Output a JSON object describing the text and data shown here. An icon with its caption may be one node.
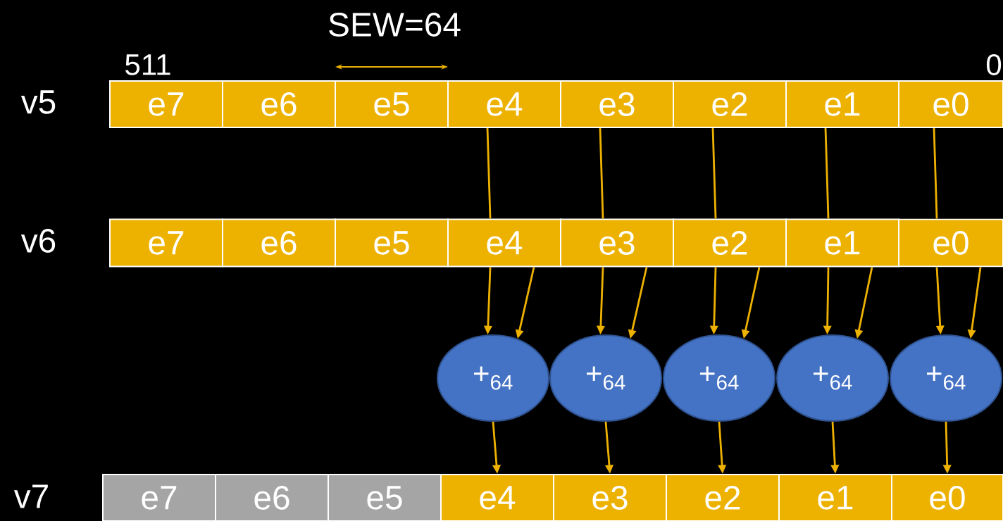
{
  "diagram": {
    "nodes": [
      {
        "text": [
          "e7"
        ]
      },
      {
        "text": [
          "e6"
        ]
      },
      {
        "text": [
          "e5"
        ]
      },
      {
        "text": [
          "e4"
        ]
      },
      {
        "text": [
          "e3"
        ]
      },
      {
        "text": [
          "e2"
        ]
      },
      {
        "text": [
          "e1"
        ]
      },
      {
        "text": [
          "e0"
        ]
      },
      {
        "text": [
          "e7"
        ]
      },
      {
        "text": [
          "e6"
        ]
      },
      {
        "text": [
          "e5"
        ]
      },
      {
        "text": [
          "e4"
        ]
      },
      {
        "text": [
          "e3"
        ]
      },
      {
        "text": [
          "e2"
        ]
      },
      {
        "text": [
          "e1"
        ]
      },
      {
        "text": [
          "e0"
        ]
      },
      {
        "text": [
          "+$_{64}$"
        ]
      },
      {
        "text": [
          "+$_{64}$"
        ]
      },
      {
        "text": [
          "+$_{64}$"
        ]
      },
      {
        "text": [
          "+$_{64}$"
        ]
      },
      {
        "text": [
          "+$_{64}$"
        ]
      },
      {
        "text": [
          "e7"
        ]
      },
      {
        "text": [
          "e6"
        ]
      },
      {
        "text": [
          "e5"
        ]
      },
      {
        "text": [
          "e4"
        ]
      },
      {
        "text": [
          "e3"
        ]
      },
      {
        "text": [
          "e2"
        ]
      },
      {
        "text": [
          "e1"
        ]
      },
      {
        "text": [
          "e0"
        ]
      }
    ],
    "edges": [
      {
        "from": 3,
        "to": 11,
        "arrow": "none"
      },
      {
        "from": 11,
        "to": 16,
        "arrow": "to"
      },
      {
        "from": 11,
        "to": 16,
        "arrow": "to"
      },
      {
        "from": 16,
        "to": 24,
        "arrow": "to"
      },
      {
        "from": 4,
        "to": 12,
        "arrow": "none"
      },
      {
        "from": 12,
        "to": 17,
        "arrow": "to"
      },
      {
        "from": 12,
        "to": 17,
        "arrow": "to"
      },
      {
        "from": 17,
        "to": 25,
        "arrow": "to"
      },
      {
        "from": 5,
        "to": 13,
        "arrow": "none"
      },
      {
        "from": 13,
        "to": 18,
        "arrow": "to"
      },
      {
        "from": 13,
        "to": 18,
        "arrow": "to"
      },
      {
        "from": 18,
        "to": 26,
        "arrow": "to"
      },
      {
        "from": 6,
        "to": 14,
        "arrow": "none"
      },
      {
        "from": 14,
        "to": 19,
        "arrow": "to"
      },
      {
        "from": 14,
        "to": 19,
        "arrow": "to"
      },
      {
        "from": 19,
        "to": 27,
        "arrow": "to"
      },
      {
        "from": 7,
        "to": 15,
        "arrow": "none"
      },
      {
        "from": 15,
        "to": 20,
        "arrow": "to"
      },
      {
        "from": 15,
        "to": 20,
        "arrow": "to"
      },
      {
        "from": 20,
        "to": 28,
        "arrow": "to"
      }
    ],
    "labels": [
      "SEW=64",
      "511",
      "0",
      "v5",
      "v6",
      "v7"
    ]
  }
}
